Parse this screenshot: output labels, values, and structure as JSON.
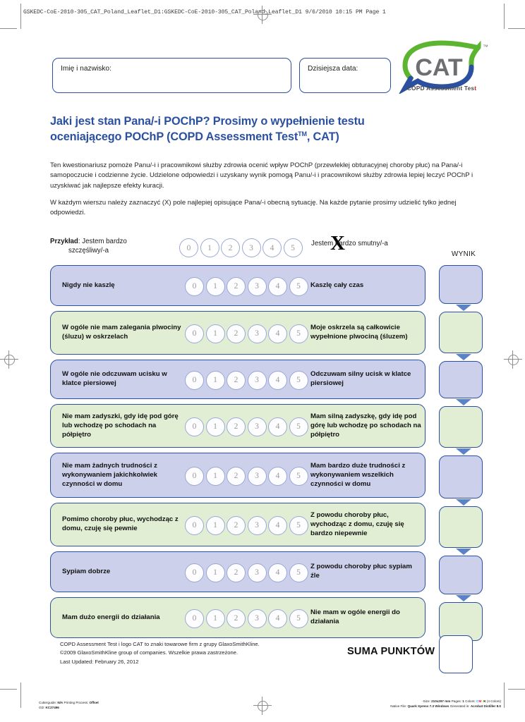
{
  "print_marks": {
    "header_text": "GSKEDC-CoE-2010-305_CAT_Poland_Leaflet_D1:GSKEDC-CoE-2010-305_CAT_Poland_Leaflet_D1   9/6/2010   10:15 PM   Page 1",
    "footer_left_line1_label": "Cutterguide:",
    "footer_left_line1_value": "N/A",
    "footer_left_line1_label2": "Printing Process:",
    "footer_left_line1_value2": "Offset",
    "footer_left_line2_label": "GD:",
    "footer_left_line2_value": "KC27496",
    "footer_right_line1": "-Size: 210x297 mm  Pages: 1  Colors: C M Y K (4 Colors)",
    "footer_right_line2": "Native File: Quark Xpress 7.3 Windows  Generated in: Acrobat Distiller 8.0",
    "size_label": "-Size:",
    "size_value": "210x297 mm",
    "pages_label": "Pages:",
    "pages_value": "1",
    "colors_label": "Colors:",
    "colors_value": "(4 Colors)",
    "native_file_label": "Native File:",
    "native_file_value": "Quark Xpress 7.3 Windows",
    "generated_label": "Generated in:",
    "generated_value": "Acrobat Distiller 8.0"
  },
  "logo": {
    "word": "CAT",
    "trademark": "™",
    "caption_a": "COPD Assessment Tes",
    "caption_b": "t"
  },
  "fields": {
    "name_label": "Imię i nazwisko:",
    "name_value": "",
    "date_label": "Dzisiejsza data:",
    "date_value": ""
  },
  "headline": {
    "line1": "Jaki jest stan Pana/-i POChP? Prosimy o wypełnienie testu",
    "line2a": "oceniającego POChP (COPD Assessment Test",
    "trademark": "TM",
    "line2b": ", CAT)"
  },
  "intro": {
    "paragraph_1": "Ten kwestionariusz pomoże Panu/-i i pracownikowi służby zdrowia ocenić wpływ POChP (przewlekłej obturacyjnej choroby płuc) na Pana/-i samopoczucie i codzienne życie. Udzielone odpowiedzi i uzyskany wynik pomogą Panu/-i i pracownikowi służby zdrowia lepiej leczyć POChP i uzyskiwać jak najlepsze efekty kuracji.",
    "paragraph_2": "W każdym wierszu należy zaznaczyć (X) pole najlepiej opisujące Pana/-i obecną sytuację. Na każde pytanie prosimy udzielić tylko jednej odpowiedzi."
  },
  "example": {
    "label": "Przykład",
    "label_sep": ": ",
    "left_line1": "Jestem bardzo",
    "left_line2": "szczęśliwy/-a",
    "right": "Jestem bardzo smutny/-a",
    "marked_value": "1",
    "mark_glyph": "X",
    "scale": [
      "0",
      "1",
      "2",
      "3",
      "4",
      "5"
    ]
  },
  "score_column": {
    "header": "WYNIK"
  },
  "scale": [
    "0",
    "1",
    "2",
    "3",
    "4",
    "5"
  ],
  "questions": [
    {
      "color": "lav",
      "left": "Nigdy nie kaszlę",
      "right": "Kaszlę cały czas",
      "height": 56,
      "score": ""
    },
    {
      "color": "grn",
      "left": "W ogóle nie mam zalegania plwociny (śluzu) w oskrzelach",
      "right": "Moje oskrzela są całkowicie wypełnione plwociną (śluzem)",
      "height": 60,
      "score": ""
    },
    {
      "color": "lav",
      "left": "W ogóle nie odczuwam ucisku w klatce piersiowej",
      "right": "Odczuwam silny ucisk w klatce piersiowej",
      "height": 54,
      "score": ""
    },
    {
      "color": "grn",
      "left": "Nie mam zadyszki, gdy idę pod górę lub wchodzę po schodach na półpiętro",
      "right": "Mam silną zadyszkę, gdy idę pod górę lub wchodzę po schodach na półpiętro",
      "height": 60,
      "score": ""
    },
    {
      "color": "lav",
      "left": "Nie mam żadnych trudności z wykonywaniem jakichkolwiek czynności w domu",
      "right": "Mam bardzo duże trudności z wykonywaniem wszelkich czynności w domu",
      "height": 62,
      "score": ""
    },
    {
      "color": "grn",
      "left": "Pomimo choroby płuc, wychodząc z domu, czuję się pewnie",
      "right": "Z powodu choroby płuc, wychodząc z domu, czuję się bardzo niepewnie",
      "height": 60,
      "score": ""
    },
    {
      "color": "lav",
      "left": "Sypiam dobrze",
      "right": "Z powodu choroby płuc sypiam źle",
      "height": 56,
      "score": ""
    },
    {
      "color": "grn",
      "left": "Mam dużo energii do działania",
      "right": "Nie mam w ogóle energii do działania",
      "height": 56,
      "score": ""
    }
  ],
  "footer": {
    "legal_line1": "COPD Assessment Test i logo CAT to znaki towarowe firm z grupy GlaxoSmithKline.",
    "legal_line2": "©2009 GlaxoSmithKline group of companies. Wszelkie prawa zastrzeżone.",
    "legal_line3": "Last Updated: February 26, 2012",
    "total_label": "SUMA PUNKTÓW",
    "total_value": ""
  },
  "colors": {
    "brand_blue": "#2b50a1",
    "lavender_row": "#ccd0ea",
    "green_row": "#e2eed3",
    "arrow_blue": "#5b82c4",
    "logo_green": "#5cb531",
    "logo_blue": "#2b50a1",
    "logo_gray": "#6d6e71"
  }
}
